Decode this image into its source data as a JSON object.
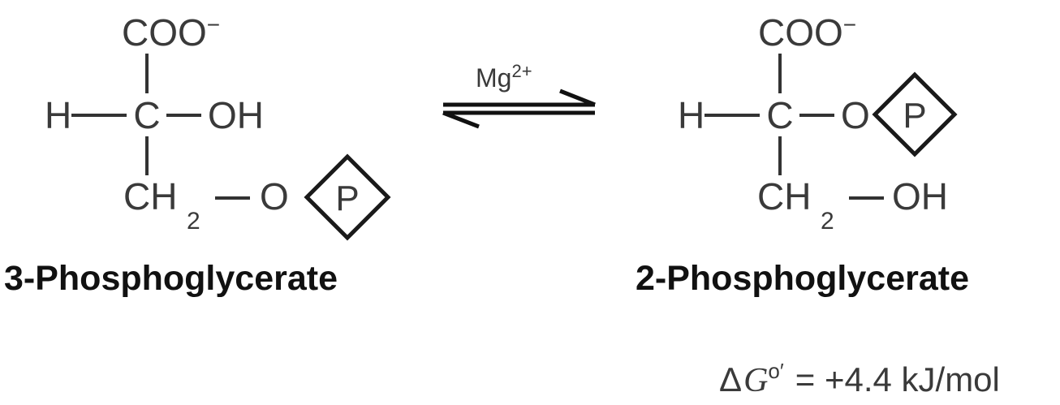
{
  "reactant": {
    "carboxylate": "COO",
    "charge_minus": "−",
    "h": "H",
    "carbon": "C",
    "oh": "OH",
    "ch": "CH",
    "sub2": "2",
    "o": "O",
    "phosphate": "P",
    "name": "3-Phosphoglycerate"
  },
  "arrow": {
    "cofactor": "Mg",
    "cofactor_charge": "2+"
  },
  "product": {
    "carboxylate": "COO",
    "charge_minus": "−",
    "h": "H",
    "carbon": "C",
    "o": "O",
    "phosphate": "P",
    "ch": "CH",
    "sub2": "2",
    "oh": "OH",
    "name": "2-Phosphoglycerate"
  },
  "energy": {
    "delta": "Δ",
    "g": "G",
    "superscript": "o′",
    "value": "= +4.4 kJ/mol"
  },
  "colors": {
    "structure": "#3a3a3a",
    "label": "#111111"
  }
}
